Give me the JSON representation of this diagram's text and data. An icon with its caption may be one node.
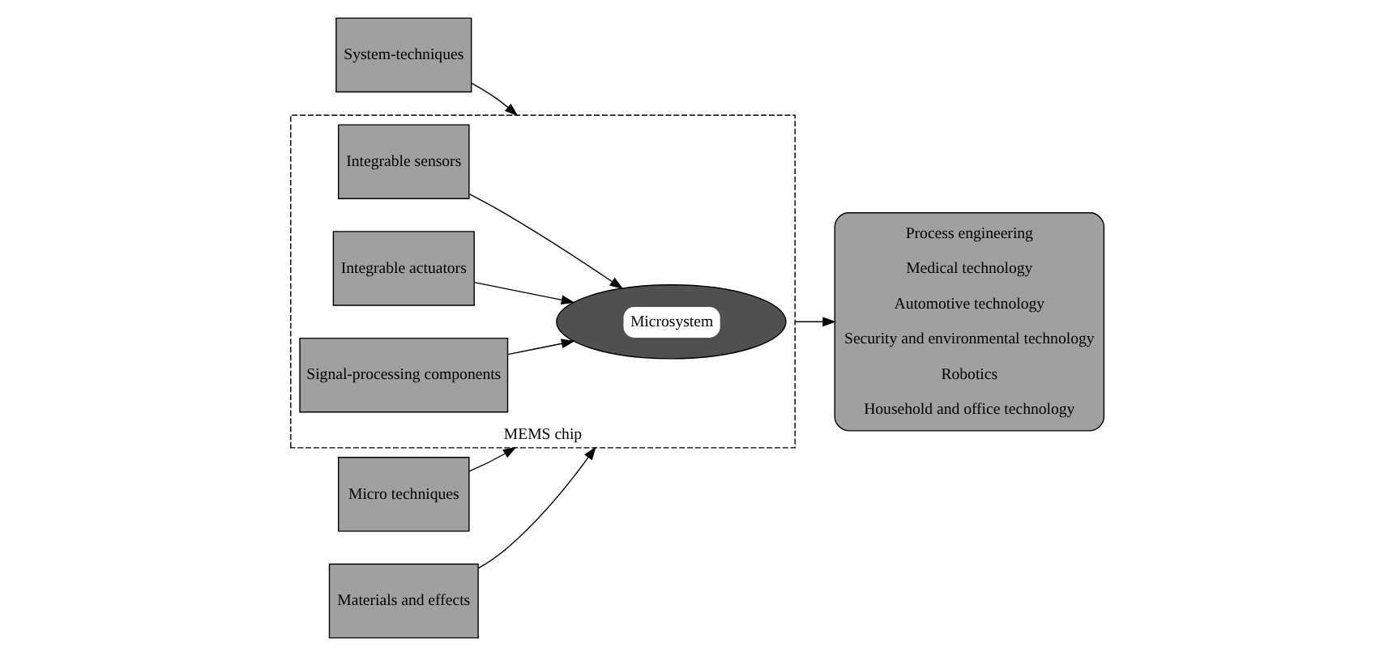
{
  "diagram": {
    "nodes": [
      {
        "text": [
          "System-techniques"
        ]
      },
      {
        "text": [
          "Micro techniques"
        ]
      },
      {
        "text": [
          "Materials and effects"
        ]
      },
      {
        "text": [
          "MEMS chip"
        ]
      },
      {
        "text": [
          "Integrable sensors"
        ],
        "in": 3
      },
      {
        "text": [
          "Integrable actuators"
        ],
        "in": 3
      },
      {
        "text": [
          "Microsystem"
        ],
        "in": 3
      },
      {
        "text": [
          "Signal-processing components"
        ],
        "in": 3
      },
      {
        "text": [
          "Process engineering",
          "Medical technology",
          "Automotive technology",
          "Security and environmental technology",
          "Robotics",
          "Household and office technology"
        ]
      }
    ],
    "edges": [
      {
        "from": 0,
        "to": 3,
        "arrow": "to"
      },
      {
        "from": 1,
        "to": 3,
        "arrow": "to"
      },
      {
        "from": 2,
        "to": 3,
        "arrow": "to"
      },
      {
        "from": 4,
        "to": 6,
        "arrow": "to"
      },
      {
        "from": 5,
        "to": 6,
        "arrow": "to"
      },
      {
        "from": 7,
        "to": 6,
        "arrow": "to"
      },
      {
        "from": 3,
        "to": 8,
        "arrow": "to"
      }
    ]
  }
}
